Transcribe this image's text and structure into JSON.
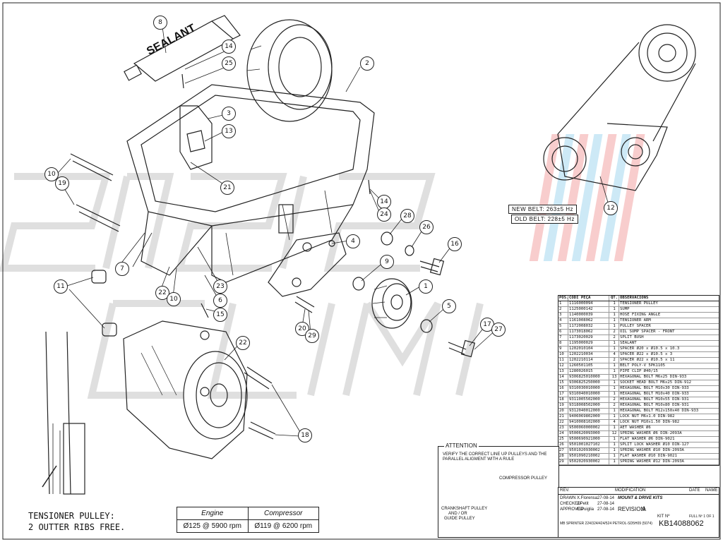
{
  "callouts": [
    {
      "n": "8"
    },
    {
      "n": "14"
    },
    {
      "n": "25"
    },
    {
      "n": "2"
    },
    {
      "n": "3"
    },
    {
      "n": "13"
    },
    {
      "n": "21"
    },
    {
      "n": "10"
    },
    {
      "n": "19"
    },
    {
      "n": "7"
    },
    {
      "n": "22"
    },
    {
      "n": "10"
    },
    {
      "n": "23"
    },
    {
      "n": "6"
    },
    {
      "n": "11"
    },
    {
      "n": "15"
    },
    {
      "n": "14"
    },
    {
      "n": "24"
    },
    {
      "n": "28"
    },
    {
      "n": "26"
    },
    {
      "n": "16"
    },
    {
      "n": "4"
    },
    {
      "n": "9"
    },
    {
      "n": "1"
    },
    {
      "n": "20"
    },
    {
      "n": "29"
    },
    {
      "n": "5"
    },
    {
      "n": "17"
    },
    {
      "n": "27"
    },
    {
      "n": "22"
    },
    {
      "n": "18"
    },
    {
      "n": "12"
    }
  ],
  "sealant_label": "SEALANT",
  "freq": {
    "new": "NEW BELT: 263±5 Hz",
    "old": "OLD BELT: 228±5 Hz"
  },
  "parts_table": {
    "headers": {
      "pos": "POS.",
      "code": "CODI PEÇA",
      "qty": "QT.",
      "obs": "OBSERVACIONS"
    },
    "rows": [
      [
        "1",
        "1116000094",
        "1",
        "TENSIONER PULLEY"
      ],
      [
        "2",
        "1125000142",
        "1",
        "SUMP"
      ],
      [
        "3",
        "1140000039",
        "1",
        "HOSE FIXING ANGLE"
      ],
      [
        "4",
        "1161008062",
        "1",
        "TENSIONER ARM"
      ],
      [
        "5",
        "1172008032",
        "1",
        "PULLEY SPACER"
      ],
      [
        "6",
        "1173018062",
        "2",
        "OIL SUMP SPACER - FRONT"
      ],
      [
        "7",
        "1173020029",
        "2",
        "SPLIT BUSH"
      ],
      [
        "8",
        "1195000029",
        "1",
        "SEALANT"
      ],
      [
        "9",
        "1202010104",
        "1",
        "SPACER Ø20 x Ø10.5 x 10.3"
      ],
      [
        "10",
        "1202210034",
        "4",
        "SPACER Ø22 x Ø10.5 x 3"
      ],
      [
        "11",
        "1202210114",
        "2",
        "SPACER Ø22 x Ø10.5 x 11"
      ],
      [
        "12",
        "1260501105",
        "1",
        "BELT POLY-V 5PK1105"
      ],
      [
        "13",
        "1280026015",
        "1",
        "PIPE CLIP Ø40/15"
      ],
      [
        "14",
        "9306825010000",
        "13",
        "HEXAGONAL BOLT M6x25 DIN-933"
      ],
      [
        "15",
        "9306825250000",
        "1",
        "SOCKET HEAD BOLT M6x25 DIN-912"
      ],
      [
        "16",
        "9310030010000",
        "1",
        "HEXAGONAL BOLT M10x30 DIN-933"
      ],
      [
        "17",
        "9310040010000",
        "1",
        "HEXAGONAL BOLT M10x40 DIN-933"
      ],
      [
        "18",
        "9311005502000",
        "2",
        "HEXAGONAL BOLT M10x55 DIN-931"
      ],
      [
        "19",
        "9318008502000",
        "2",
        "HEXAGONAL BOLT M10x80 DIN-931"
      ],
      [
        "20",
        "9312040012000",
        "1",
        "HEXAGONAL BOLT M12x150x40 DIN-933"
      ],
      [
        "21",
        "9406069802000",
        "1",
        "LOCK NUT M6x1.0 DIN-982"
      ],
      [
        "22",
        "9410008102000",
        "4",
        "LOCK NUT M10x1.50 DIN-982"
      ],
      [
        "23",
        "9500060000002",
        "1",
        "AET WASHER Ø6"
      ],
      [
        "24",
        "9500620093000",
        "12",
        "SPRING WASHER Ø6 DIN-2093A"
      ],
      [
        "25",
        "9500690921000",
        "1",
        "FLAT WASHER Ø6 DIN-9021"
      ],
      [
        "26",
        "9501001027102",
        "1",
        "SPLIT LOCK WASHER Ø10 DIN-127"
      ],
      [
        "27",
        "9501020930002",
        "1",
        "SPRING WASHER Ø10 DIN-2093A"
      ],
      [
        "28",
        "9501090210002",
        "1",
        "FLAT WASHER Ø10 DIN-9021"
      ],
      [
        "29",
        "9502020930002",
        "1",
        "SPRING WASHER Ø12 DIN-2093A"
      ]
    ]
  },
  "attention": {
    "title": "ATTENTION",
    "line1": "VERIFY THE CORRECT LINE UP PULLEYS AND THE",
    "line2": "PARALLEL ALIGMENT WITH A RULE",
    "compressor": "COMPRESSOR PULLEY",
    "crank1": "CRANKSHAFT PULLEY",
    "crank2": "AND / OR",
    "crank3": "GUIDE PULLEY"
  },
  "tensioner_note": {
    "l1": "TENSIONER PULLEY:",
    "l2": "2 OUTTER RIBS FREE."
  },
  "speed_table": {
    "h1": "Engine",
    "h2": "Compressor",
    "v1": "Ø125 @ 5900 rpm",
    "v2": "Ø119 @ 6200 rpm"
  },
  "title_block": {
    "rev": "REV.",
    "modification": "MODIFICATION",
    "date": "DATE",
    "name": "NAME",
    "drawn": "DRAWN",
    "drawn_by": "X.Florensa",
    "drawn_date": "27-08-14",
    "checked": "CHECKED",
    "checked_by": "J.Petit",
    "checked_date": "27-08-14",
    "approved": "APPROVED",
    "approved_by": "C.Puiglia",
    "approved_date": "27-08-14",
    "brand": "MOUNT & DRIVE KITS",
    "revision_label": "REVISION",
    "revision": "A",
    "kit_label": "KIT Nº",
    "sheet": "FULL Nº 1 OF 1",
    "kit_number": "KB14088062",
    "model": "MB SPRINTER 224/324/424/524 PETROL-SD5H09 (5074)"
  },
  "colors": {
    "line": "#222222",
    "watermark": "#d9d9d9",
    "wm_red": "#f4a6a6",
    "wm_blue": "#a6d8f0"
  }
}
